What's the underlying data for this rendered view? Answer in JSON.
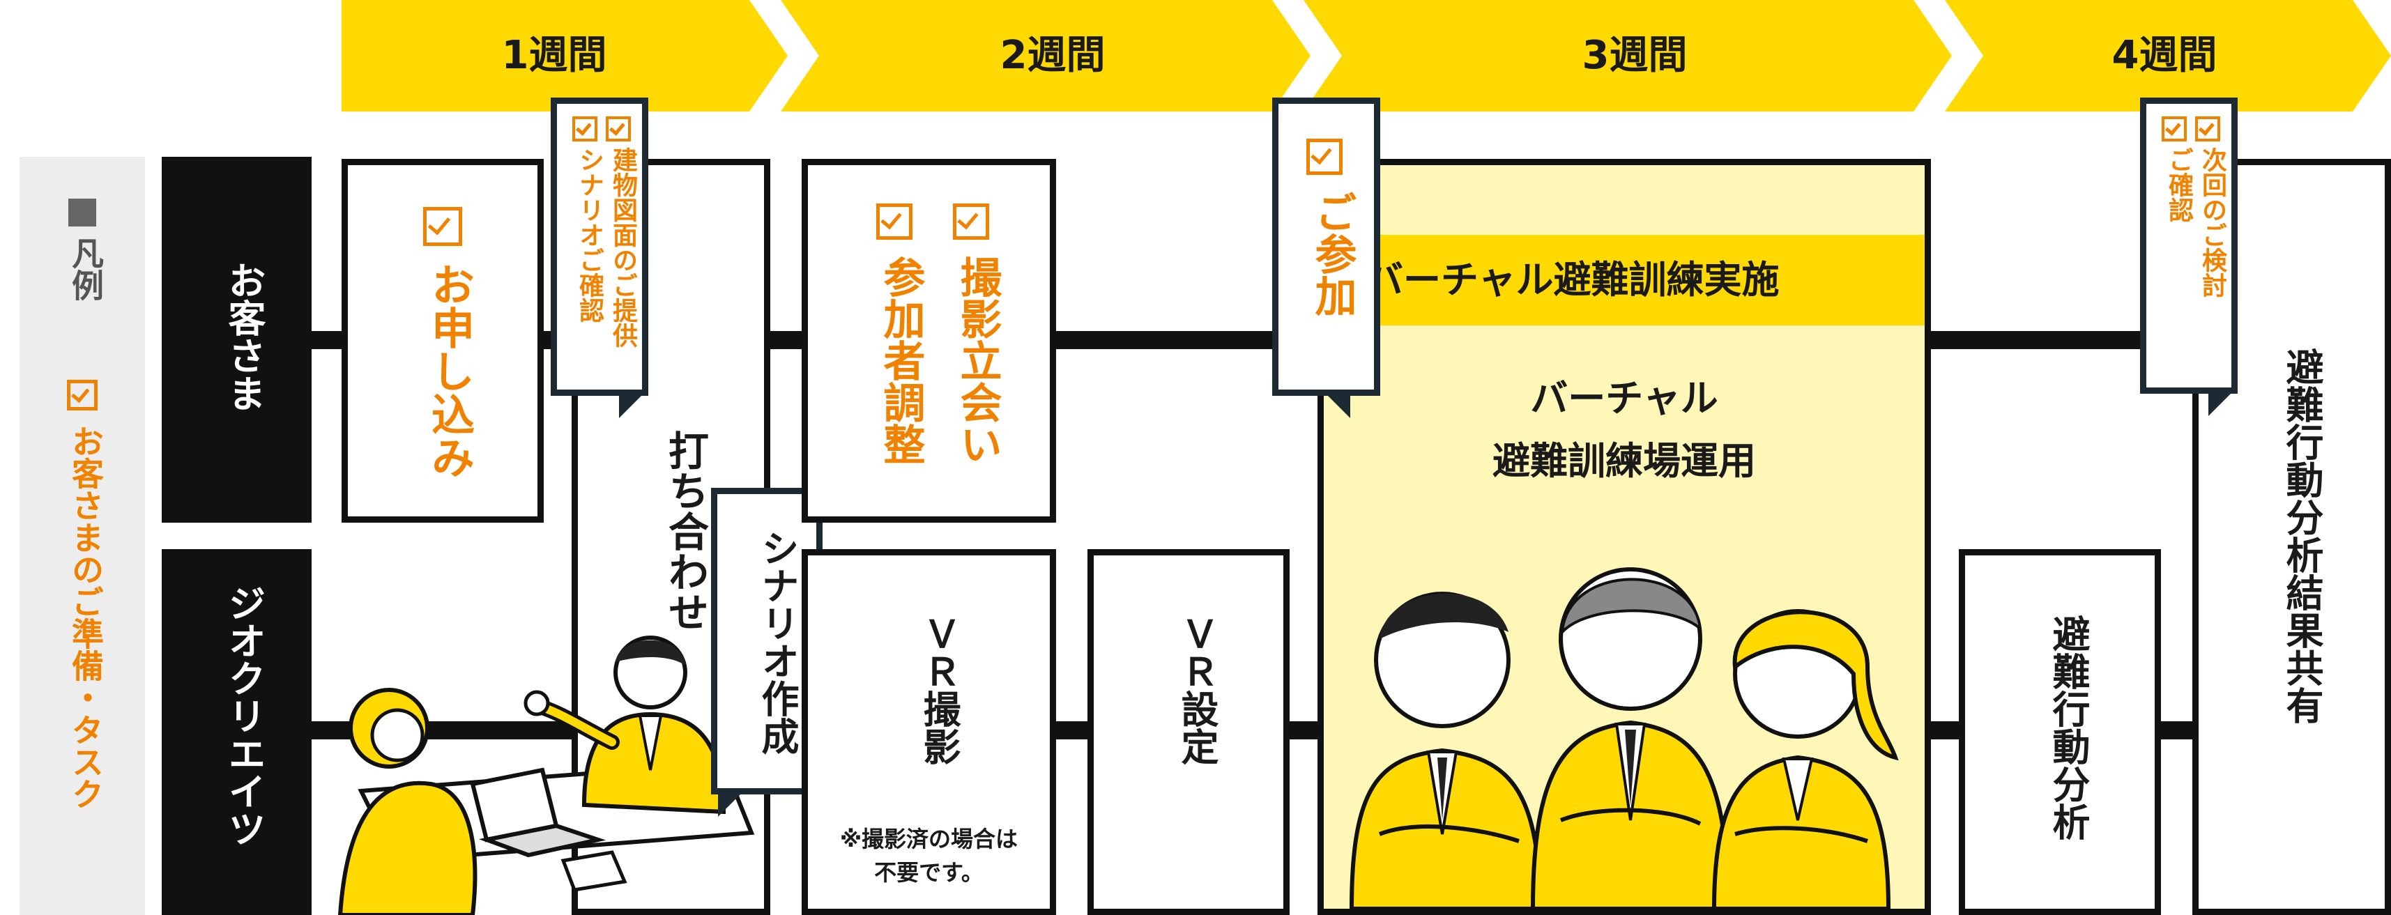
{
  "timeline": {
    "weeks": [
      {
        "label": "1週間"
      },
      {
        "label": "2週間"
      },
      {
        "label": "3週間"
      },
      {
        "label": "4週間"
      }
    ]
  },
  "legend": {
    "title": "凡例",
    "item": "お客さまのご準備・タスク"
  },
  "rows": {
    "customer": "お客さま",
    "geocreate": "ジオクリエイツ"
  },
  "tasks": {
    "apply": "お申し込み",
    "scenario_confirm": "シナリオご確認",
    "building_plan": "建物図面のご提供",
    "meeting": "打ち合わせ",
    "scenario_create": "シナリオ作成",
    "participant_adjust": "参加者調整",
    "shoot_attend": "撮影立会い",
    "vr_shoot": "ＶＲ撮影",
    "vr_shoot_note1": "※撮影済の場合は",
    "vr_shoot_note2": "不要です。",
    "vr_setup": "ＶＲ設定",
    "participate": "ご参加",
    "virtual_drill": "バーチャル避難訓練実施",
    "virtual_venue_1": "バーチャル",
    "virtual_venue_2": "避難訓練場運用",
    "confirm": "ご確認",
    "next_review": "次回のご検討",
    "behavior_analysis": "避難行動分析",
    "result_share": "避難行動分析結果共有"
  },
  "colors": {
    "accent_yellow": "#FFD900",
    "task_orange": "#F08200",
    "highlight_bg": "#FEF7B7",
    "ink": "#111111"
  }
}
